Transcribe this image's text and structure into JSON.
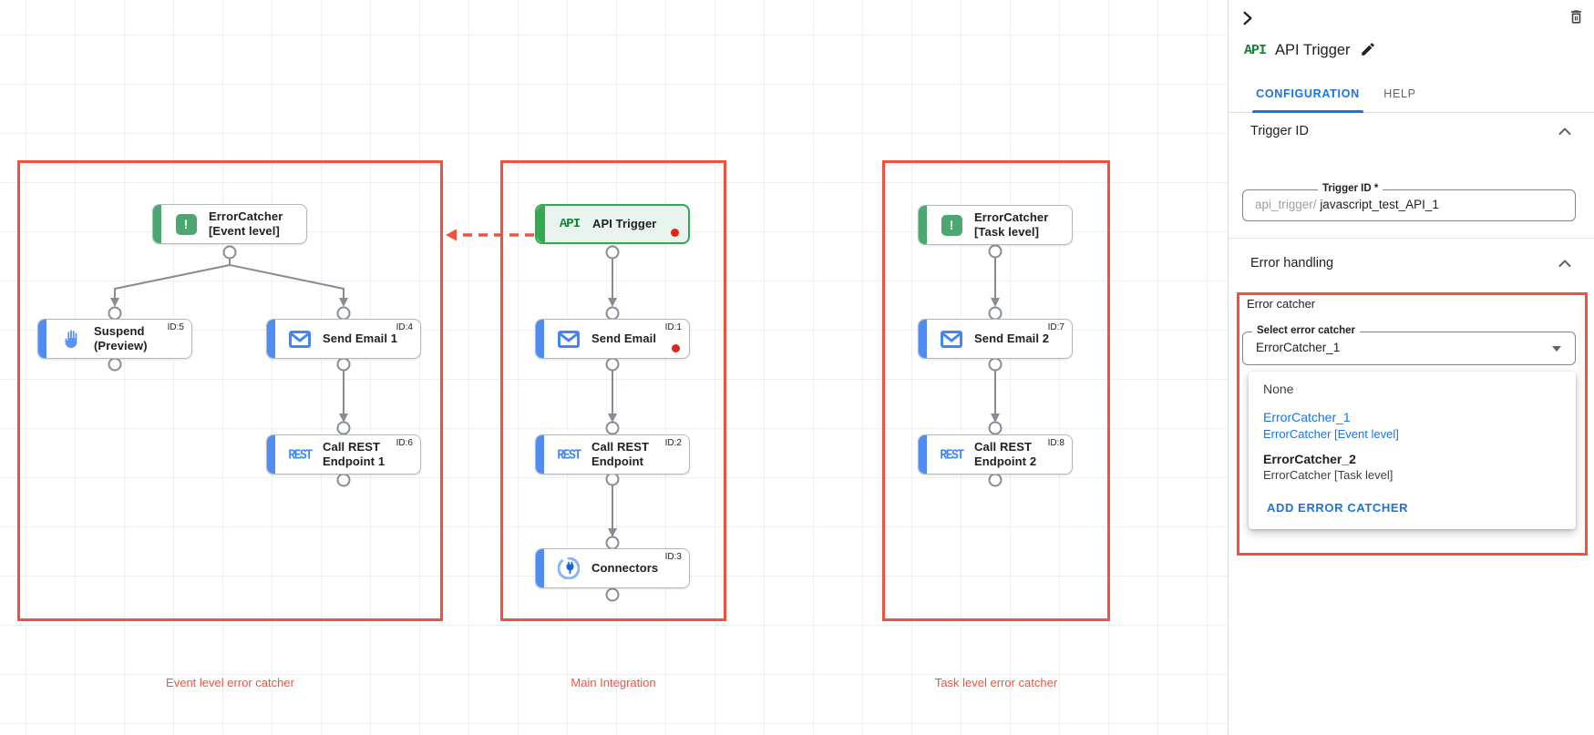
{
  "colors": {
    "annotation_red": "#f4503c",
    "accent_blue": "#4f8df5",
    "icon_blue": "#4285f4",
    "trigger_green": "#34a853",
    "errorcatcher_green": "#4ca771",
    "active_tab_blue": "#1a73e8",
    "red_dot": "#e02619"
  },
  "canvas": {
    "groups": [
      {
        "label": "Event level error catcher"
      },
      {
        "label": "Main Integration"
      },
      {
        "label": "Task level error catcher"
      }
    ],
    "icon_badges": {
      "api": "API",
      "rest": "REST",
      "errorcatcher": "!"
    },
    "nodes": [
      {
        "lines": [
          "ErrorCatcher",
          "[Event level]"
        ],
        "id_label": ""
      },
      {
        "lines": [
          "Suspend",
          "(Preview)"
        ],
        "id_label": "ID:5"
      },
      {
        "lines": [
          "Send Email 1"
        ],
        "id_label": "ID:4"
      },
      {
        "lines": [
          "Call REST",
          "Endpoint 1"
        ],
        "id_label": "ID:6"
      },
      {
        "lines": [
          "API Trigger"
        ],
        "id_label": ""
      },
      {
        "lines": [
          "Send Email"
        ],
        "id_label": "ID:1"
      },
      {
        "lines": [
          "Call REST",
          "Endpoint"
        ],
        "id_label": "ID:2"
      },
      {
        "lines": [
          "Connectors"
        ],
        "id_label": "ID:3"
      },
      {
        "lines": [
          "ErrorCatcher",
          "[Task level]"
        ],
        "id_label": ""
      },
      {
        "lines": [
          "Send Email 2"
        ],
        "id_label": "ID:7"
      },
      {
        "lines": [
          "Call REST",
          "Endpoint 2"
        ],
        "id_label": "ID:8"
      }
    ]
  },
  "panel": {
    "title_badge": "API",
    "title": "API Trigger",
    "tabs": [
      {
        "label": "CONFIGURATION"
      },
      {
        "label": "HELP"
      }
    ],
    "trigger_id": {
      "heading": "Trigger ID",
      "field_label": "Trigger ID *",
      "prefix": "api_trigger/",
      "value": "javascript_test_API_1"
    },
    "error_handling": {
      "heading": "Error handling",
      "error_catcher_label": "Error catcher",
      "select_label": "Select error catcher",
      "select_value": "ErrorCatcher_1",
      "menu": {
        "none_label": "None",
        "options": [
          {
            "name": "ErrorCatcher_1",
            "desc": "ErrorCatcher [Event level]"
          },
          {
            "name": "ErrorCatcher_2",
            "desc": "ErrorCatcher [Task level]"
          }
        ],
        "add_label": "ADD ERROR CATCHER"
      }
    }
  }
}
